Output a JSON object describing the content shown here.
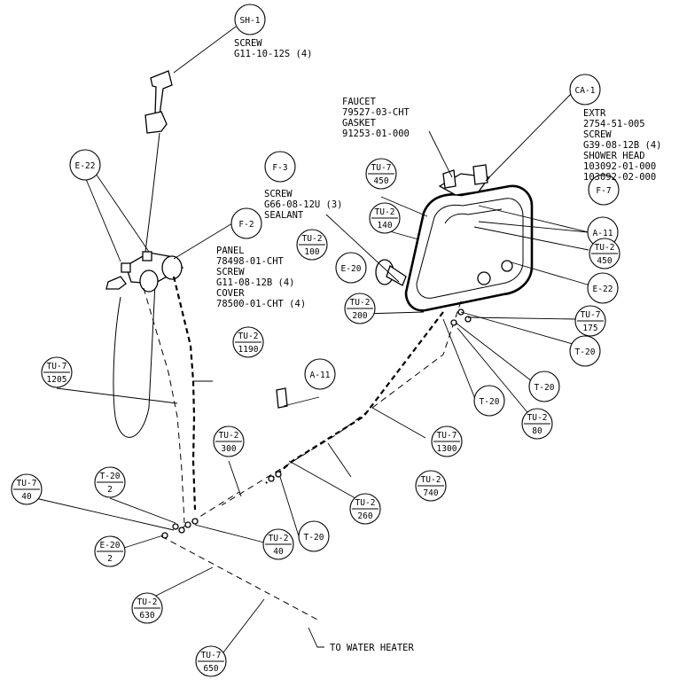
{
  "bubbles": {
    "sh1": "SH-1",
    "ca1": "CA-1",
    "f3": "F-3",
    "f7": "F-7",
    "f2": "F-2",
    "e22_left": "E-22",
    "e22_right": "E-22",
    "a11_right": "A-11",
    "a11_mid": "A-11",
    "e20_mid": "E-20",
    "t20_r1": "T-20",
    "t20_r2": "T-20",
    "t20_r3": "T-20",
    "t20_mid": "T-20"
  },
  "split_bubbles": {
    "tu7_450": {
      "top": "TU-7",
      "bottom": "450"
    },
    "tu2_140": {
      "top": "TU-2",
      "bottom": "140"
    },
    "tu2_100": {
      "top": "TU-2",
      "bottom": "100"
    },
    "tu2_450": {
      "top": "TU-2",
      "bottom": "450"
    },
    "tu7_175": {
      "top": "TU-7",
      "bottom": "175"
    },
    "tu2_200": {
      "top": "TU-2",
      "bottom": "200"
    },
    "tu2_1190": {
      "top": "TU-2",
      "bottom": "1190"
    },
    "tu7_1205": {
      "top": "TU-7",
      "bottom": "1205"
    },
    "tu2_80": {
      "top": "TU-2",
      "bottom": "80"
    },
    "tu7_1300": {
      "top": "TU-7",
      "bottom": "1300"
    },
    "tu2_300": {
      "top": "TU-2",
      "bottom": "300"
    },
    "tu2_740": {
      "top": "TU-2",
      "bottom": "740"
    },
    "tu2_260": {
      "top": "TU-2",
      "bottom": "260"
    },
    "tu7_40": {
      "top": "TU-7",
      "bottom": "40"
    },
    "t20_2": {
      "top": "T-20",
      "bottom": "2"
    },
    "e20_2": {
      "top": "E-20",
      "bottom": "2"
    },
    "tu2_40": {
      "top": "TU-2",
      "bottom": "40"
    },
    "tu2_630": {
      "top": "TU-2",
      "bottom": "630"
    },
    "tu7_650": {
      "top": "TU-7",
      "bottom": "650"
    }
  },
  "labels": {
    "screw_sh": [
      "SCREW",
      "G11-10-12S (4)"
    ],
    "faucet": [
      "FAUCET",
      "79527-03-CHT",
      "GASKET",
      "91253-01-000"
    ],
    "extr": [
      "EXTR",
      "2754-51-005",
      "SCREW",
      "G39-08-12B (4)",
      "SHOWER HEAD",
      "103092-01-000",
      "103092-02-000"
    ],
    "screw_f3": [
      "SCREW",
      "G66-08-12U (3)",
      "SEALANT"
    ],
    "panel": [
      "PANEL",
      "78498-01-CHT",
      "SCREW",
      "G11-08-12B (4)",
      "COVER",
      "78500-01-CHT (4)"
    ],
    "to_water_heater": "TO WATER HEATER"
  }
}
